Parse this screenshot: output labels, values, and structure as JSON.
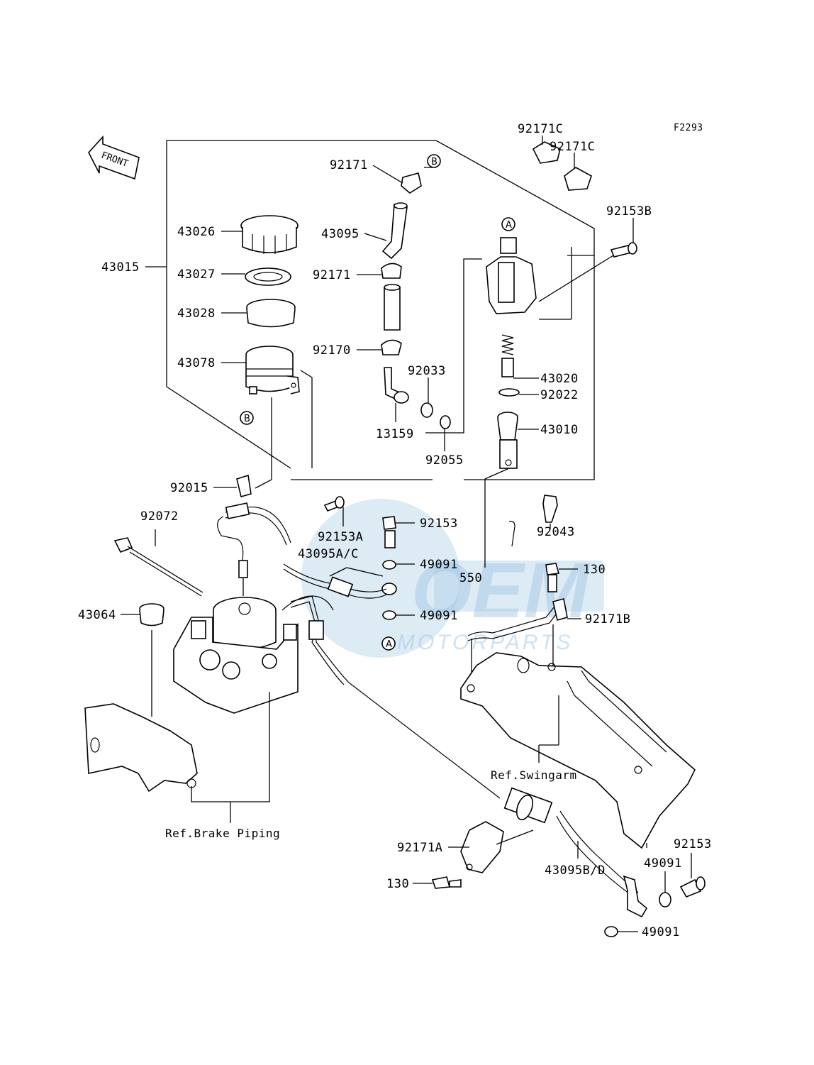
{
  "diagram_code": "F2293",
  "front_label": "FRONT",
  "markers": {
    "a": "A",
    "b": "B"
  },
  "watermark": {
    "brand": "OEM",
    "sub": "MOTORPARTS",
    "color": "#9ec5e2"
  },
  "parts": {
    "p43026": "43026",
    "p43027": "43027",
    "p43028": "43028",
    "p43078": "43078",
    "p43015": "43015",
    "p92171": "92171",
    "p43095": "43095",
    "p92171_2": "92171",
    "p92170": "92170",
    "p92033": "92033",
    "p13159": "13159",
    "p92055": "92055",
    "p92171c_1": "92171C",
    "p92171c_2": "92171C",
    "p92153b": "92153B",
    "p43020": "43020",
    "p92022": "92022",
    "p43010": "43010",
    "p92043": "92043",
    "p92015": "92015",
    "p92072": "92072",
    "p92153a": "92153A",
    "p92153": "92153",
    "p43095ac": "43095A/C",
    "p49091_1": "49091",
    "p49091_2": "49091",
    "p550": "550",
    "p130_1": "130",
    "p92171b": "92171B",
    "p43064": "43064",
    "p92171a": "92171A",
    "p130_2": "130",
    "p43095bd": "43095B/D",
    "p92153_2": "92153",
    "p49091_3": "49091",
    "p49091_4": "49091"
  },
  "refs": {
    "swingarm": "Ref.Swingarm",
    "brake_piping": "Ref.Brake Piping"
  }
}
